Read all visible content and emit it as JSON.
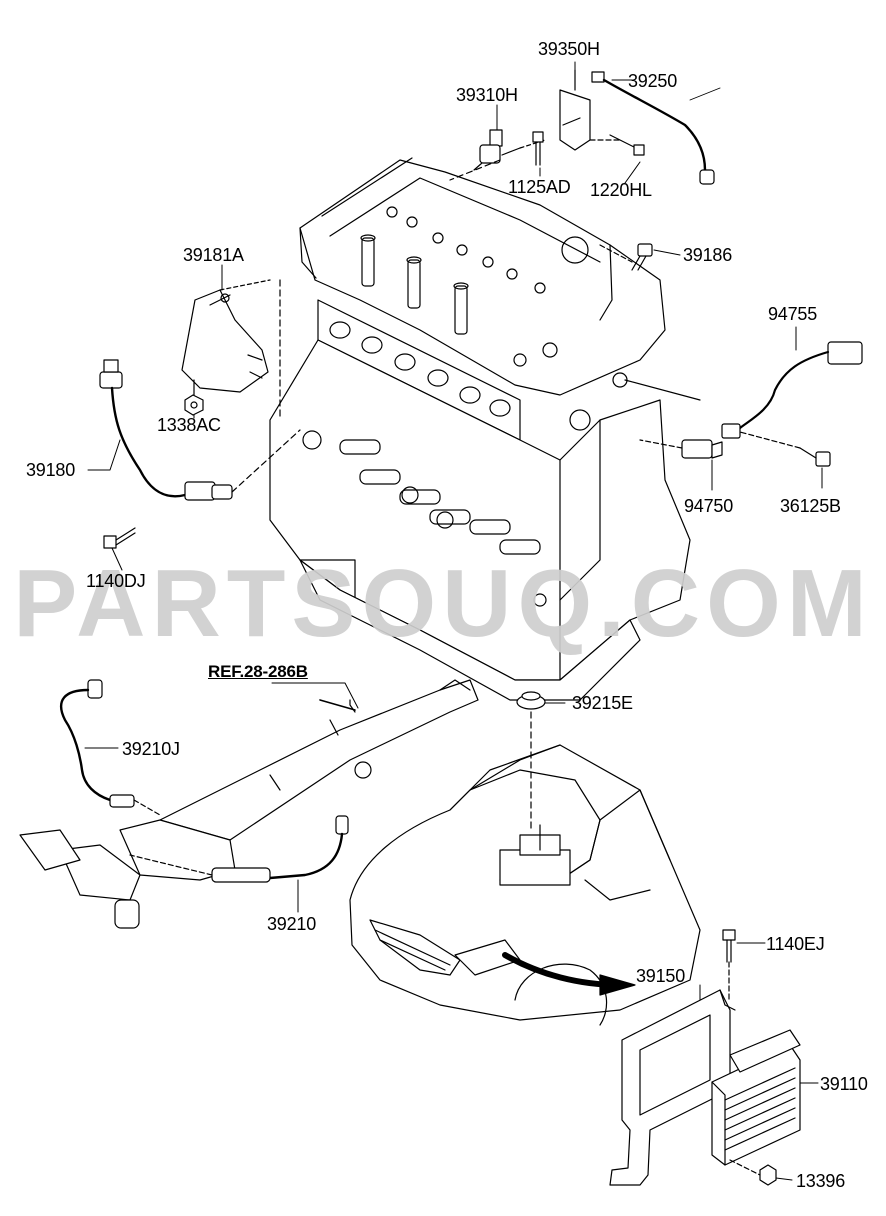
{
  "watermark": "PARTSOUQ.COM",
  "reference": "REF.28-286B",
  "part_labels": {
    "p39350H": "39350H",
    "p39250": "39250",
    "p39310H": "39310H",
    "p1125AD": "1125AD",
    "p1220HL": "1220HL",
    "p39186": "39186",
    "p39181A": "39181A",
    "p94755": "94755",
    "p1338AC": "1338AC",
    "p39180": "39180",
    "p94750": "94750",
    "p36125B": "36125B",
    "p1140DJ": "1140DJ",
    "p39215E": "39215E",
    "p39210J": "39210J",
    "p39210": "39210",
    "p1140EJ": "1140EJ",
    "p39150": "39150",
    "p39110": "39110",
    "p13396": "13396"
  }
}
